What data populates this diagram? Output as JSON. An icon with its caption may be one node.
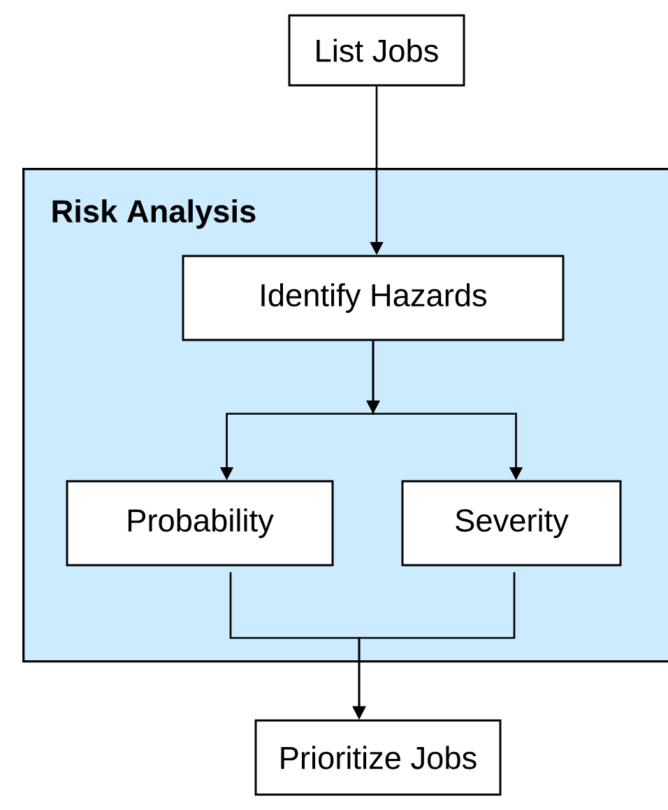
{
  "diagram": {
    "nodes": [
      {
        "text": [
          "List Jobs"
        ]
      },
      {
        "text": [
          "Risk Analysis"
        ]
      },
      {
        "text": [
          "Identify Hazards"
        ],
        "in": 1
      },
      {
        "text": [
          "Probability"
        ],
        "in": 1
      },
      {
        "text": [
          "Severity"
        ],
        "in": 1
      },
      {
        "text": [
          "Prioritize Jobs"
        ]
      }
    ],
    "edges": [
      {
        "from": 0,
        "to": 2,
        "arrow": "to"
      },
      {
        "from": 2,
        "to": 3,
        "arrow": "to"
      },
      {
        "from": 2,
        "to": 4,
        "arrow": "to"
      },
      {
        "from": 3,
        "to": 5,
        "arrow": "to"
      },
      {
        "from": 4,
        "to": 5,
        "arrow": "to"
      }
    ]
  }
}
